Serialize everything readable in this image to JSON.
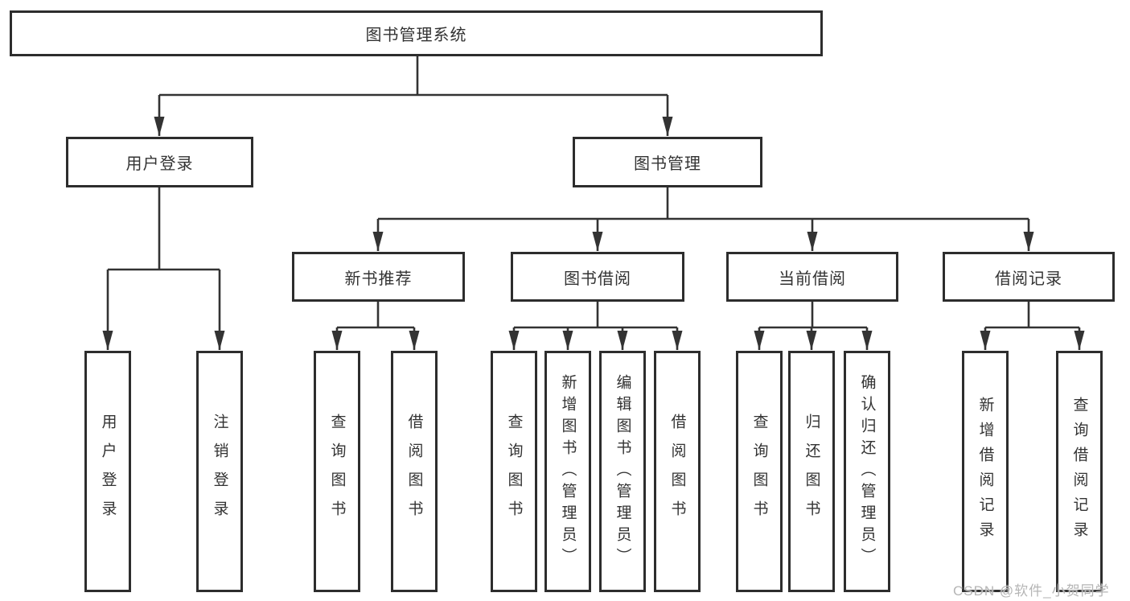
{
  "diagram": {
    "root": "图书管理系统",
    "branches": {
      "user_login": "用户登录",
      "book_mgmt": "图书管理"
    },
    "modules": {
      "new_book": "新书推荐",
      "borrow": "图书借阅",
      "current": "当前借阅",
      "records": "借阅记录"
    },
    "leaves": {
      "user_login": [
        "用户登录",
        "注销登录"
      ],
      "new_book": [
        "查询图书",
        "借阅图书"
      ],
      "borrow": [
        "查询图书",
        "新增图书（管理员）",
        "编辑图书（管理员）",
        "借阅图书"
      ],
      "current": [
        "查询图书",
        "归还图书",
        "确认归还（管理员）"
      ],
      "records": [
        "新增借阅记录",
        "查询借阅记录"
      ]
    },
    "watermark": "CSDN @软件_小贺同学"
  },
  "colors": {
    "line": "#333333",
    "box_border": "#2d2d2d",
    "box_fill": "#ffffff",
    "text": "#333333",
    "watermark": "#b5b5b5"
  }
}
